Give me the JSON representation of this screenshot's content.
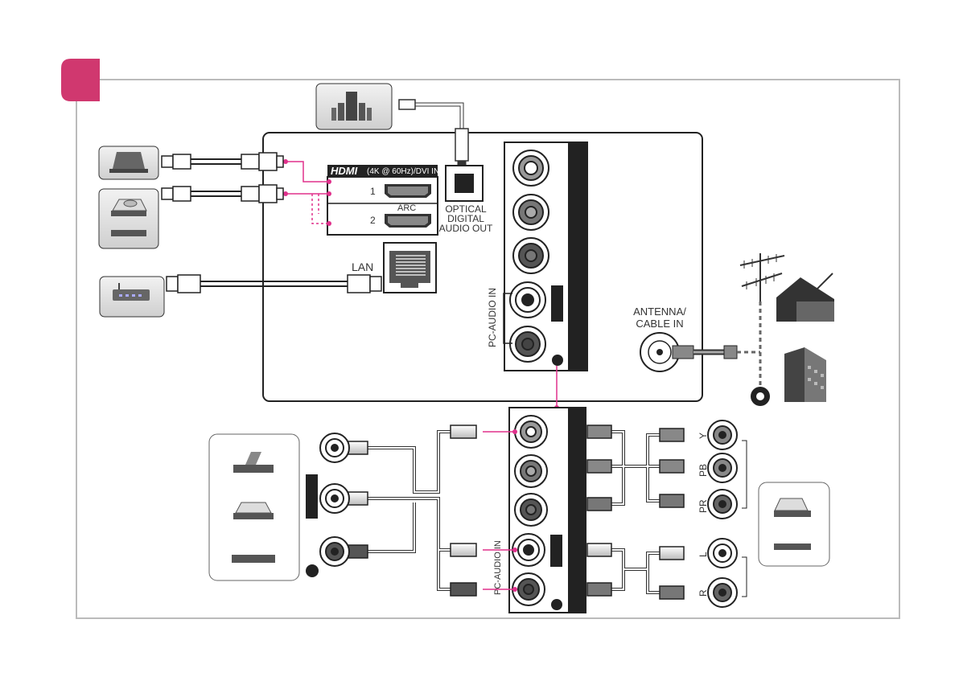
{
  "colors": {
    "badge": "#d0386f",
    "connector_line": "#e0318c",
    "panel_stroke": "#222222",
    "frame_stroke": "#bbbbbb"
  },
  "hdmi": {
    "logo": "HDMI",
    "title_suffix": "(4K @ 60Hz)/DVI IN",
    "port1": "1",
    "port2": "2",
    "arc": "ARC"
  },
  "optical": {
    "line1": "OPTICAL",
    "line2": "DIGITAL",
    "line3": "AUDIO OUT"
  },
  "lan": "LAN",
  "pc_audio_in": "PC-AUDIO IN",
  "pc_audio_in_lower": "PC-AUDIO IN",
  "antenna": {
    "line1": "ANTENNA/",
    "line2": "CABLE IN"
  },
  "component": {
    "y": "Y",
    "pb": "PB",
    "pr": "PR",
    "l": "L",
    "r": "R"
  },
  "icons": {
    "speaker": "home-theater-speaker-icon",
    "laptop": "laptop-icon",
    "player": "disc-player-icon",
    "router": "router-icon",
    "antenna": "outdoor-antenna-icon",
    "building": "building-icon"
  }
}
